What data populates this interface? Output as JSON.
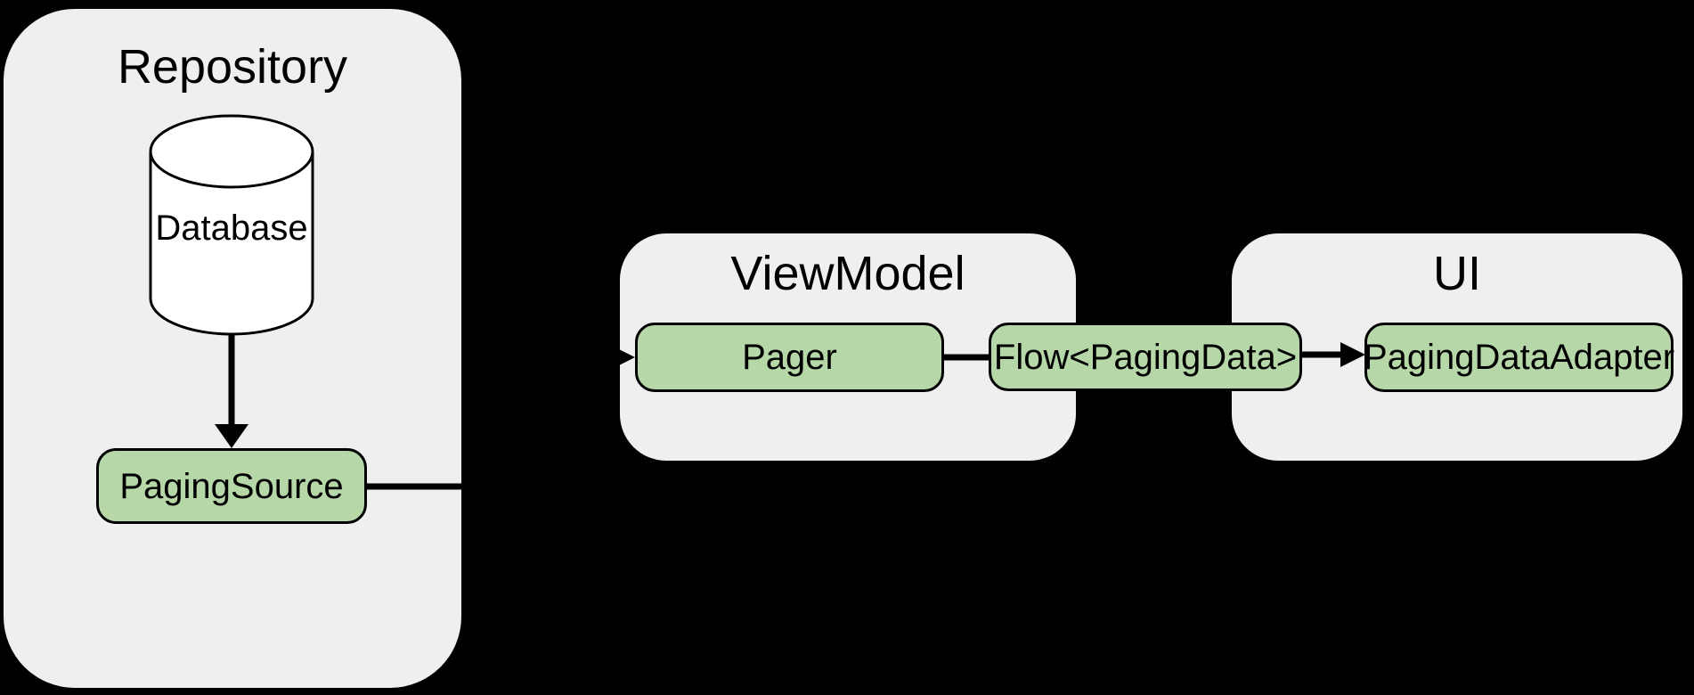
{
  "theme": {
    "canvas_bg": "#000000",
    "group_bg": "#efefef",
    "node_bg": "#b6d7a8",
    "node_border": "#000000",
    "line_color": "#000000",
    "text_color": "#000000",
    "cylinder_bg": "#ffffff"
  },
  "groups": {
    "repository": {
      "title": "Repository"
    },
    "viewmodel": {
      "title": "ViewModel"
    },
    "ui": {
      "title": "UI"
    }
  },
  "nodes": {
    "database": {
      "label": "Database",
      "shape": "cylinder"
    },
    "paging_source": {
      "label": "PagingSource"
    },
    "pager": {
      "label": "Pager"
    },
    "flow": {
      "label": "Flow<PagingData>"
    },
    "adapter": {
      "label": "PagingDataAdapter"
    }
  },
  "edges": [
    {
      "from": "Database",
      "to": "PagingSource",
      "arrow": true
    },
    {
      "from": "PagingSource",
      "to": "Pager",
      "arrow": true
    },
    {
      "from": "Pager",
      "to": "Flow<PagingData>",
      "arrow": false
    },
    {
      "from": "Flow<PagingData>",
      "to": "PagingDataAdapter",
      "arrow": true
    }
  ]
}
